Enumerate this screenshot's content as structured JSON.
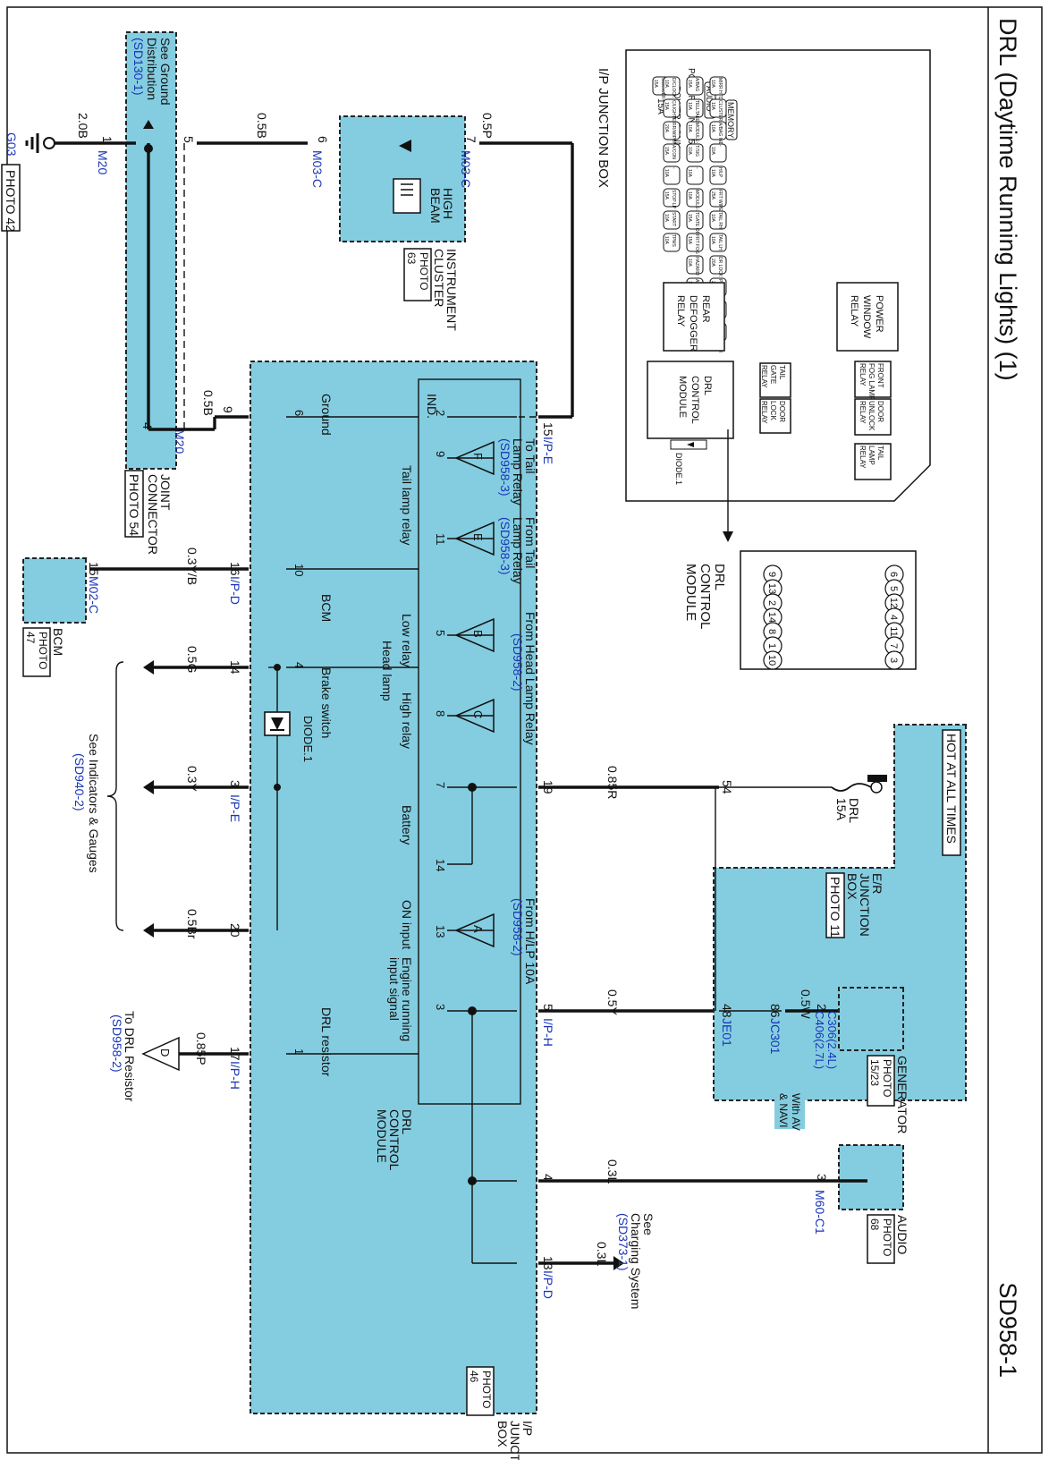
{
  "header": {
    "title": "DRL (Daytime Running Lights) (1)",
    "code": "SD958-1"
  },
  "ground_dist": {
    "label_lines": [
      "See Ground",
      "Distribution"
    ],
    "ref": "(SD130-1)"
  },
  "g03": {
    "name": "G03",
    "photo": "PHOTO 42",
    "pin": "1",
    "conn": "M20",
    "wire": "2.0B"
  },
  "m20_pin5": {
    "pin": "5",
    "wire": "0.5B"
  },
  "cluster": {
    "lamp": [
      "HIGH",
      "BEAM"
    ],
    "title_lines": [
      "INSTRUMENT",
      "CLUSTER"
    ],
    "photo_lines": [
      "PHOTO",
      "63"
    ],
    "pin_in": "6",
    "conn_in": "M03-C",
    "pin_out": "7",
    "conn_out": "M03-C",
    "wire_out": "0.5P"
  },
  "joint": {
    "title_lines": [
      "JOINT",
      "CONNECTOR"
    ],
    "photo": "PHOTO 54",
    "pin": "4",
    "conn": "M20",
    "pin9": "9",
    "wire9": "0.5B"
  },
  "bcm": {
    "title": "BCM",
    "photo_lines": [
      "PHOTO",
      "47"
    ],
    "pin": "15",
    "conn": "M02-C",
    "pin_ipd": "16",
    "conn_ipd": "I/P-D",
    "wire": "0.3Y/B"
  },
  "ip_box": {
    "title_lines": [
      "I/P",
      "JUNCTION",
      "BOX"
    ],
    "photo_lines": [
      "PHOTO",
      "46"
    ],
    "inner_title": [
      "DRL",
      "CONTROL",
      "MODULE"
    ]
  },
  "module_pins": {
    "ind": "IND.",
    "ground": "Ground",
    "bcm": "BCM",
    "brake": "Brake switch",
    "drl_res": "DRL resistor",
    "tail_relay": "Tail lamp relay",
    "low_relay": "Low relay",
    "head_lamp": "Head lamp",
    "high_relay": "High relay",
    "battery": "Battery",
    "on_input": "ON input",
    "engine_lines": [
      "Engine running",
      "input signal"
    ]
  },
  "pins_inner": {
    "p2": "2",
    "p6": "6",
    "p10": "10",
    "p4": "4",
    "p1": "1",
    "p9": "9",
    "p11": "11",
    "p5": "5",
    "p8": "8",
    "p7": "7",
    "p14": "14",
    "p13": "13",
    "p3": "3"
  },
  "ext_pins": {
    "p15": "15",
    "c15": "I/P-E",
    "p14": "14",
    "w14": "0.5G",
    "p3": "3",
    "c3": "I/P-E",
    "w3": "0.3Y",
    "p20": "20",
    "w20": "0.5Br",
    "p17": "17",
    "c17": "I/P-H",
    "w17": "0.85P",
    "p19": "19",
    "w19": "0.85R",
    "p5": "5",
    "c5": "I/P-H",
    "w5": "0.5Y",
    "p4": "4",
    "w4": "0.3L",
    "p13": "13",
    "c13": "I/P-D",
    "w13": "0.3L"
  },
  "refs": {
    "F": {
      "label": "F",
      "lines": [
        "To Tail",
        "Lamp Relay"
      ],
      "ref": "(SD958-3)"
    },
    "E1": {
      "label": "E",
      "lines": [
        "From Tail",
        "Lamp Relay"
      ],
      "ref": "(SD958-3)"
    },
    "BC": {
      "labelB": "B",
      "labelC": "C",
      "lines": [
        "From Head Lamp Relay"
      ],
      "ref": "(SD958-2)"
    },
    "A": {
      "label": "A",
      "lines": [
        "From H/LP 10A"
      ],
      "ref": "(SD958-2)"
    },
    "D": {
      "label": "D",
      "lines": [
        "To DRL Resistor"
      ],
      "ref": "(SD958-2)"
    }
  },
  "diode": "DIODE.1",
  "indicators": {
    "lines": [
      "See Indicators & Gauges"
    ],
    "ref": "(SD940-2)"
  },
  "charging": {
    "lines": [
      "See",
      "Charging System"
    ],
    "ref": "(SD373-1)"
  },
  "er_box": {
    "hot": "HOT AT ALL TIMES",
    "fuse_lines": [
      "DRL",
      "15A"
    ],
    "title_lines": [
      "E/R",
      "JUNCTION",
      "BOX"
    ],
    "photo_lines": [
      "PHOTO 11"
    ],
    "pin54": "54",
    "pin48": "48",
    "conn48": "JE01"
  },
  "jc301": {
    "pin": "86",
    "conn": "JC301",
    "wire": "0.5W"
  },
  "generator": {
    "title": "GENERATOR",
    "photo_lines": [
      "PHOTO",
      "15/23"
    ],
    "pin": "2",
    "conn1": "C306(2.4L)",
    "conn2": "C406(2.7L)"
  },
  "audio": {
    "title": "AUDIO",
    "photo_lines": [
      "PHOTO",
      "68"
    ],
    "pin": "3",
    "conn": "M60-C1",
    "option": [
      "With AV",
      "& NAVI"
    ]
  },
  "jbox_view": {
    "title": "I/P JUNCTION BOX",
    "power_conn_audio": "POWER CONN",
    "pc_audio_amp": "15A",
    "pc_audio_tag": "AUDIO",
    "power_conn_memory": "POWER CONN",
    "pc_mem_amp": "15A",
    "pc_mem_tag": "MEMORY",
    "fuse_rows": [
      [
        {
          "n": "WDEICER",
          "a": "15A"
        }
      ],
      [
        {
          "n": "D/CLOCK",
          "a": "10A"
        },
        {
          "n": "C/LIGHTER",
          "a": "15A"
        },
        {
          "n": "RR/WIPER",
          "a": "20A"
        },
        {
          "n": "A/CON",
          "a": "15A"
        },
        {
          "n": "-",
          "a": "10A"
        },
        {
          "n": "STOP LP",
          "a": "15A"
        },
        {
          "n": "START",
          "a": "10A"
        },
        {
          "n": "TPMS",
          "a": "10A"
        }
      ],
      [
        {
          "n": "A/BAG",
          "a": "15A"
        },
        {
          "n": "TELLTALE",
          "a": "10A"
        },
        {
          "n": "MODULE-1",
          "a": "10A"
        },
        {
          "n": "T/SIG",
          "a": "10A"
        },
        {
          "n": "-",
          "a": "10A"
        },
        {
          "n": "MODULE-2",
          "a": "10A"
        },
        {
          "n": "TGATE OPEN",
          "a": "15A"
        },
        {
          "n": "FRT FOG",
          "a": "15A"
        },
        {
          "n": "HAZARD",
          "a": "10A"
        },
        {
          "n": "ATM LOCK",
          "a": "10A"
        },
        {
          "n": "-",
          "a": "30A"
        },
        {
          "n": "P/SEAT LH",
          "a": "30A"
        }
      ],
      [
        {
          "n": "MIRR HTD",
          "a": "10A"
        },
        {
          "n": "CLUSTER",
          "a": "10A"
        },
        {
          "n": "A/BAG IND",
          "a": "10A"
        },
        {
          "n": "-",
          "a": "10A"
        },
        {
          "n": "H/LP",
          "a": "10A"
        },
        {
          "n": "FRT WIPER",
          "a": "25A"
        },
        {
          "n": "TAIL RH",
          "a": "10A"
        },
        {
          "n": "TAIL LH",
          "a": "10A"
        },
        {
          "n": "DR LOCK",
          "a": "20A"
        },
        {
          "n": "P/WDW LH",
          "a": "25A"
        },
        {
          "n": "P/WDW RH",
          "a": "25A"
        },
        {
          "n": "SAFETY PWR",
          "a": "25A"
        }
      ]
    ],
    "relays": {
      "rear_defogger": [
        "REAR",
        "DEFOGGER",
        "RELAY"
      ],
      "power_window": [
        "POWER",
        "WINDOW",
        "RELAY"
      ],
      "drl_module": [
        "DRL",
        "CONTROL",
        "MODULE"
      ],
      "tail_gate": [
        "TAIL",
        "GATE",
        "RELAY"
      ],
      "door_lock": [
        "DOOR",
        "LOCK",
        "RELAY"
      ],
      "front_fog": [
        "FRONT",
        "FOG LAMP",
        "RELAY"
      ],
      "door_unlock": [
        "DOOR",
        "UNLOCK",
        "RELAY"
      ],
      "tail_lamp": [
        "TAIL",
        "LAMP",
        "RELAY"
      ]
    },
    "diode": "DIODE.1"
  },
  "connector_view": {
    "title_lines": [
      "DRL",
      "CONTROL",
      "MODULE"
    ],
    "row_top": [
      "6",
      "5",
      "12",
      "4",
      "11",
      "7",
      "3"
    ],
    "row_bottom": [
      "9",
      "13",
      "2",
      "14",
      "8",
      "1",
      "10"
    ]
  }
}
